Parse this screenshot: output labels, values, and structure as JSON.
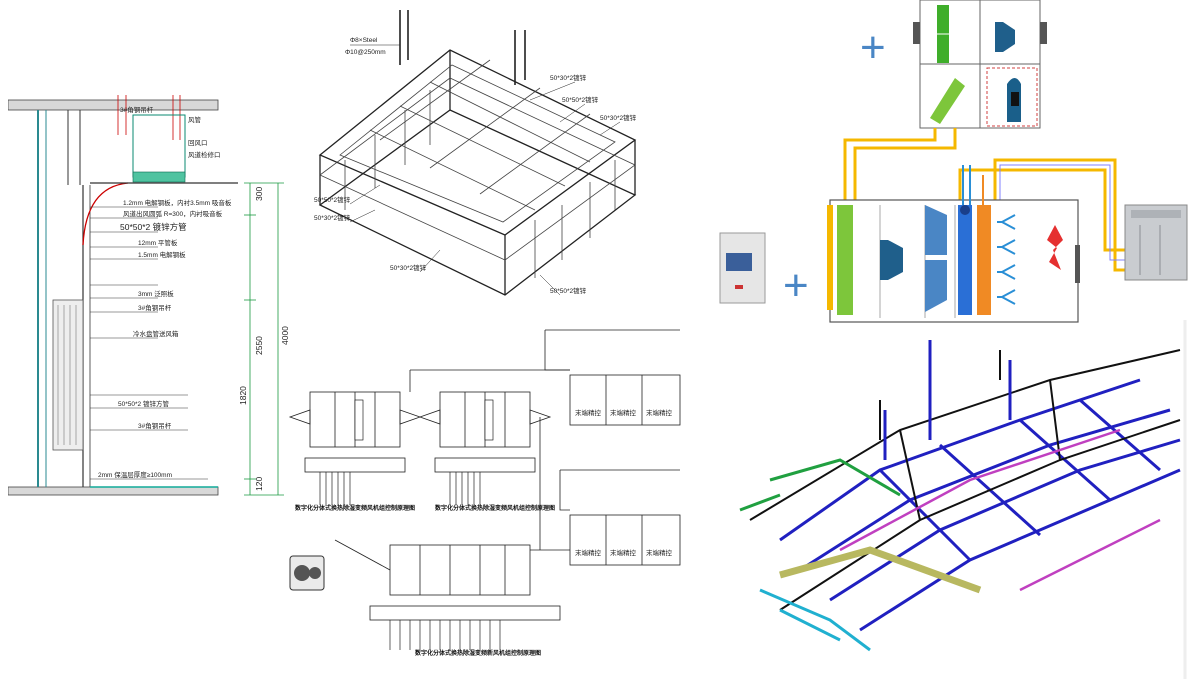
{
  "section_view": {
    "annotations": {
      "wire_mesh": "3#角钢吊杆",
      "plate_1": "1.2mm 电解钢板，内衬3.5mm 吸音板",
      "radius": "风道出风圆弧 R=300，内衬吸音板",
      "frame": "50*50*2 镀锌方管",
      "seal_12": "12mm 平管板",
      "seal_15": "1.5mm 电解钢板",
      "panel_3": "3mm 泛照板",
      "hanger": "3#角钢吊杆",
      "filter": "冷水盘管送风箱",
      "support": "50*50*2 镀锌方管",
      "hanger2": "3#角钢吊杆",
      "floor": "2mm 保温层厚度≥100mm",
      "top_right_1": "风管",
      "top_right_2": "回风口",
      "top_right_3": "风道检修口"
    },
    "dims": {
      "d1": "300",
      "d2": "2550",
      "d3": "1820",
      "d4": "120",
      "d5": "4000"
    }
  },
  "iso_frame": {
    "labels": {
      "top1": "Φ8×Steel",
      "top2": "Φ10@250mm",
      "r1": "50*30*2镀锌",
      "r2": "50*50*2镀锌",
      "r3": "50*30*2镀锌",
      "l1": "50*50*2镀锌",
      "l2": "50*30*2镀锌",
      "l3": "50*30*2镀锌",
      "b1": "50*50*2镀锌"
    }
  },
  "schematic": {
    "captions": {
      "left_unit": "数字化分体式换热除湿变频风机组控制原理图",
      "mid_unit": "数字化分体式换热除湿变频风机组控制原理图",
      "bottom_unit": "数字化分体式换热除湿变频新风机组控制原理图"
    },
    "room_labels": [
      "末端精控",
      "末端精控",
      "末端精控",
      "末端精控",
      "末端精控",
      "末端精控"
    ]
  },
  "ahu": {
    "plus_symbols": [
      "+",
      "+"
    ],
    "colors": {
      "green": "#3fae2a",
      "fan_blue": "#1f5f8b",
      "coil_blue": "#2a6fd6",
      "heater_orange": "#f08a24",
      "pipe_yellow": "#f5b800",
      "spray_blue": "#2a8fd6",
      "heater_red": "#e53030"
    }
  },
  "bim": {
    "colors": [
      "#2020c0",
      "#111111",
      "#c040c0",
      "#20a040",
      "#b8b860",
      "#20b0d0"
    ]
  }
}
